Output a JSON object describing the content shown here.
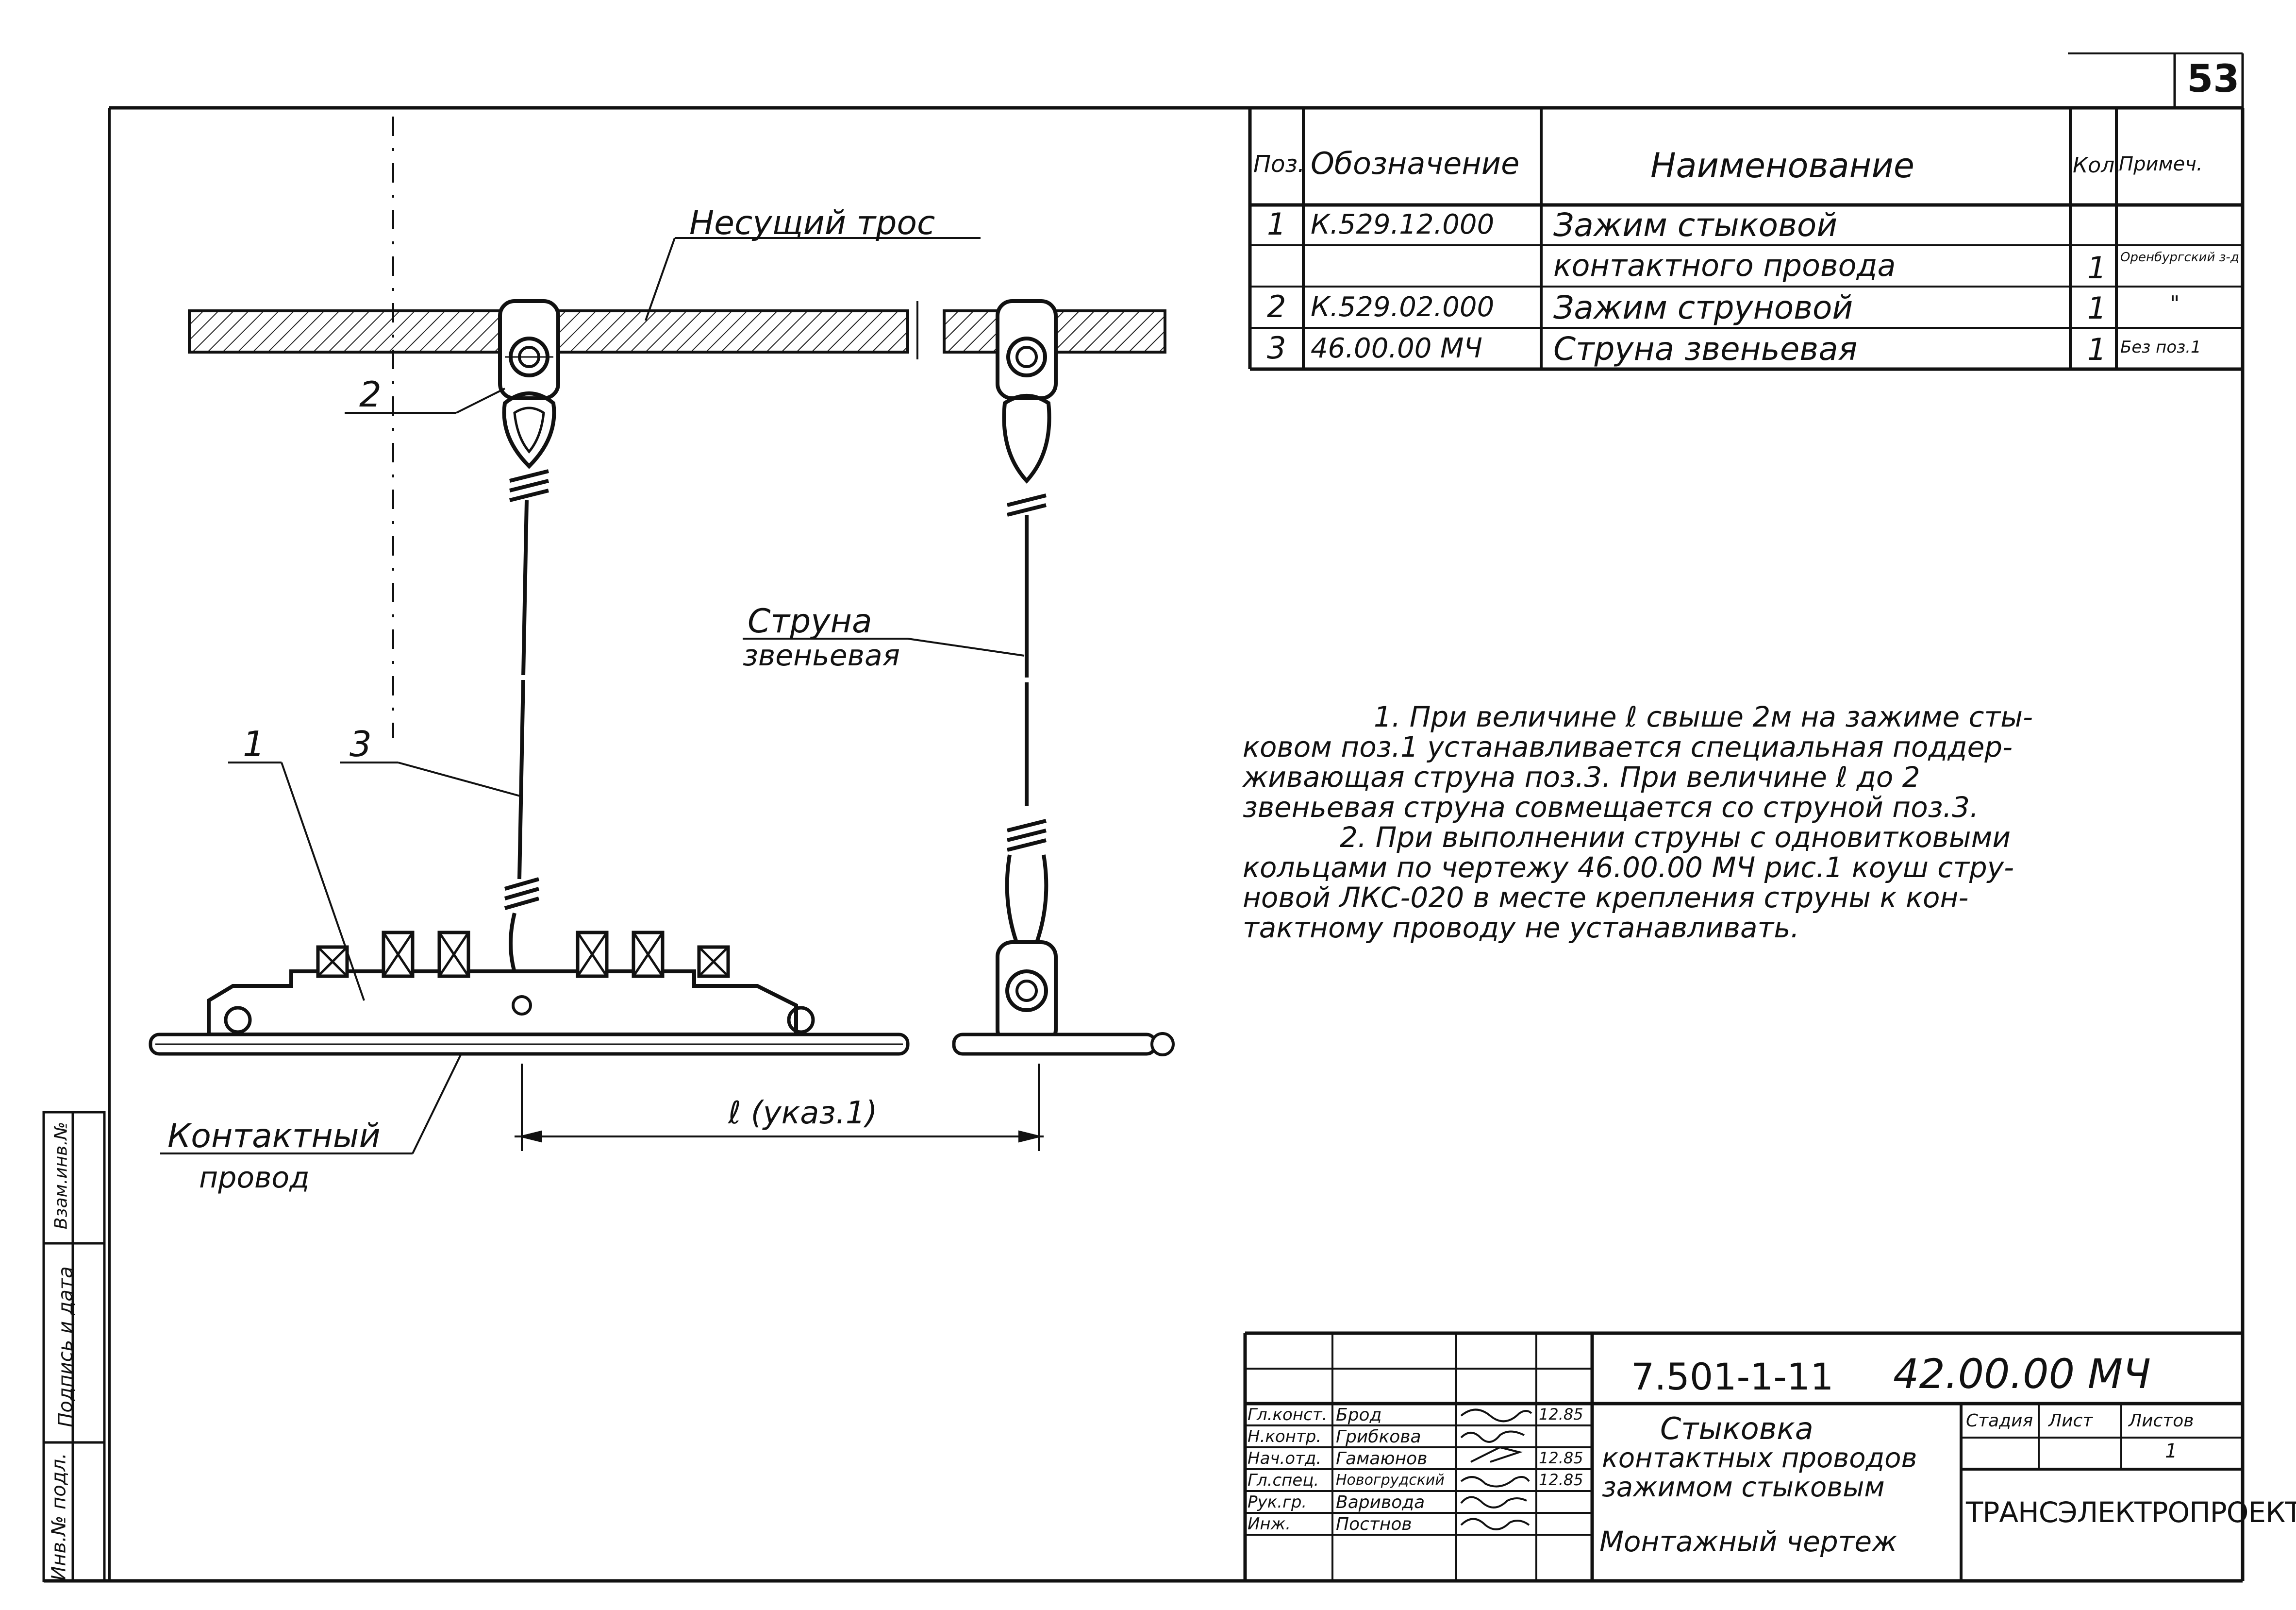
{
  "sheet_number": "53",
  "labels": {
    "carrier_cable": "Несущий трос",
    "dropper": [
      "Струна",
      "звеньевая"
    ],
    "contact_wire": [
      "Контактный",
      "провод"
    ],
    "dimension": "ℓ (указ.1)",
    "pos1": "1",
    "pos2": "2",
    "pos3": "3"
  },
  "spec_table": {
    "headers": [
      "Поз.",
      "Обозначение",
      "Наименование",
      "Кол.",
      "Примеч."
    ],
    "rows": [
      [
        "1",
        "К.529.12.000",
        "Зажим стыковой",
        "",
        ""
      ],
      [
        "",
        "",
        "контактного провода",
        "1",
        "Оренбургский з-д"
      ],
      [
        "2",
        "К.529.02.000",
        "Зажим струновой",
        "1",
        "\""
      ],
      [
        "3",
        "46.00.00 МЧ",
        "Струна звеньевая",
        "1",
        "Без поз.1"
      ]
    ]
  },
  "notes": [
    "1. При величине ℓ свыше 2м на зажиме сты-",
    "ковом поз.1 устанавливается специальная поддер-",
    "живающая струна поз.3. При величине ℓ до 2",
    "звеньевая струна совмещается со струной поз.3.",
    "2. При выполнении струны с одновитковыми",
    "кольцами по чертежу 46.00.00 МЧ рис.1 коуш стру-",
    "новой ЛКС-020 в месте крепления струны к кон-",
    "тактному проводу не устанавливать."
  ],
  "title_block": {
    "doc_code": "7.501-1-11",
    "drawing_code": "42.00.00 МЧ",
    "title_lines": [
      "Стыковка",
      "контактных проводов",
      "зажимом стыковым"
    ],
    "subtitle": "Монтажный чертеж",
    "headers": [
      "Стадия",
      "Лист",
      "Листов"
    ],
    "sheets_total": "1",
    "company": "ТРАНСЭЛЕКТРОПРОЕКТ",
    "people": [
      {
        "role": "Гл.конст.",
        "name": "Брод",
        "date": "12.85"
      },
      {
        "role": "Н.контр.",
        "name": "Грибкова",
        "date": ""
      },
      {
        "role": "Нач.отд.",
        "name": "Гамаюнов",
        "date": "12.85"
      },
      {
        "role": "Гл.спец.",
        "name": "Новогрудский",
        "date": "12.85"
      },
      {
        "role": "Рук.гр.",
        "name": "Варивода",
        "date": ""
      },
      {
        "role": "Инж.",
        "name": "Постнов",
        "date": ""
      }
    ]
  },
  "side_stamp": [
    "Инв.№ подл.",
    "Подпись и дата",
    "Взам.инв.№"
  ]
}
